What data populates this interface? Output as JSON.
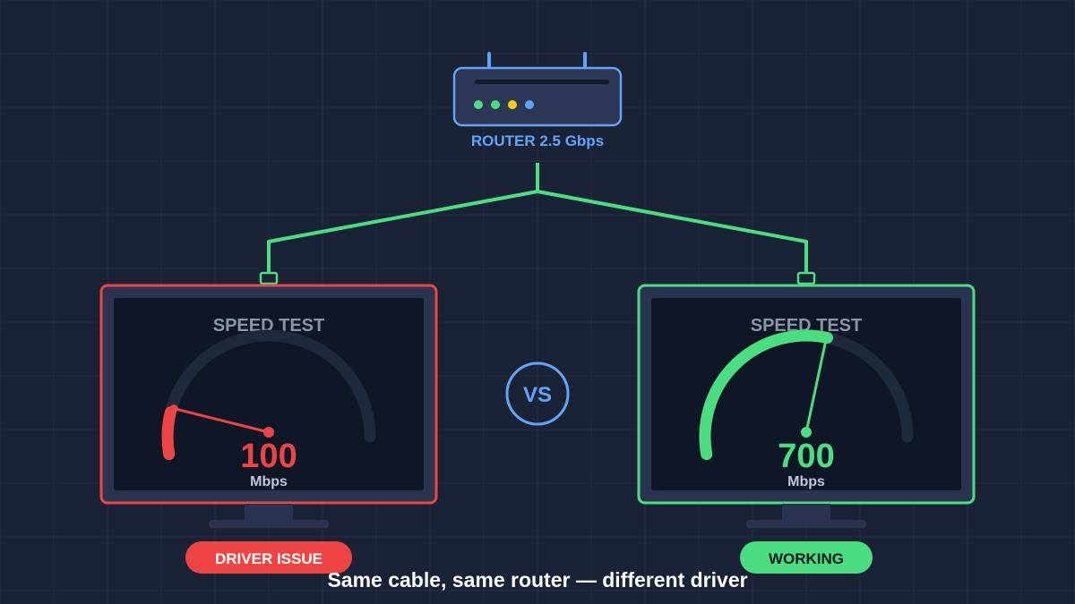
{
  "router": {
    "label": "ROUTER 2.5 Gbps",
    "led_colors": [
      "#4ade80",
      "#4ade80",
      "#facc15",
      "#60a5fa"
    ]
  },
  "left_monitor": {
    "screen_title": "SPEED TEST",
    "speed_value": "100",
    "speed_unit": "Mbps",
    "status_label": "DRIVER ISSUE",
    "gauge_level": 0.15,
    "accent_color": "#ef4444"
  },
  "right_monitor": {
    "screen_title": "SPEED TEST",
    "speed_value": "700",
    "speed_unit": "Mbps",
    "status_label": "WORKING",
    "gauge_level": 0.7,
    "accent_color": "#4ade80"
  },
  "vs_label": "VS",
  "caption": "Same cable, same router — different driver",
  "colors": {
    "background": "#1a2236",
    "grid": "#222c45",
    "cable": "#4ade80",
    "router_outline": "#60a5fa",
    "vs_color": "#60a5fa",
    "gauge_track": "#1e293b",
    "screen_title": "#8b95a8"
  }
}
